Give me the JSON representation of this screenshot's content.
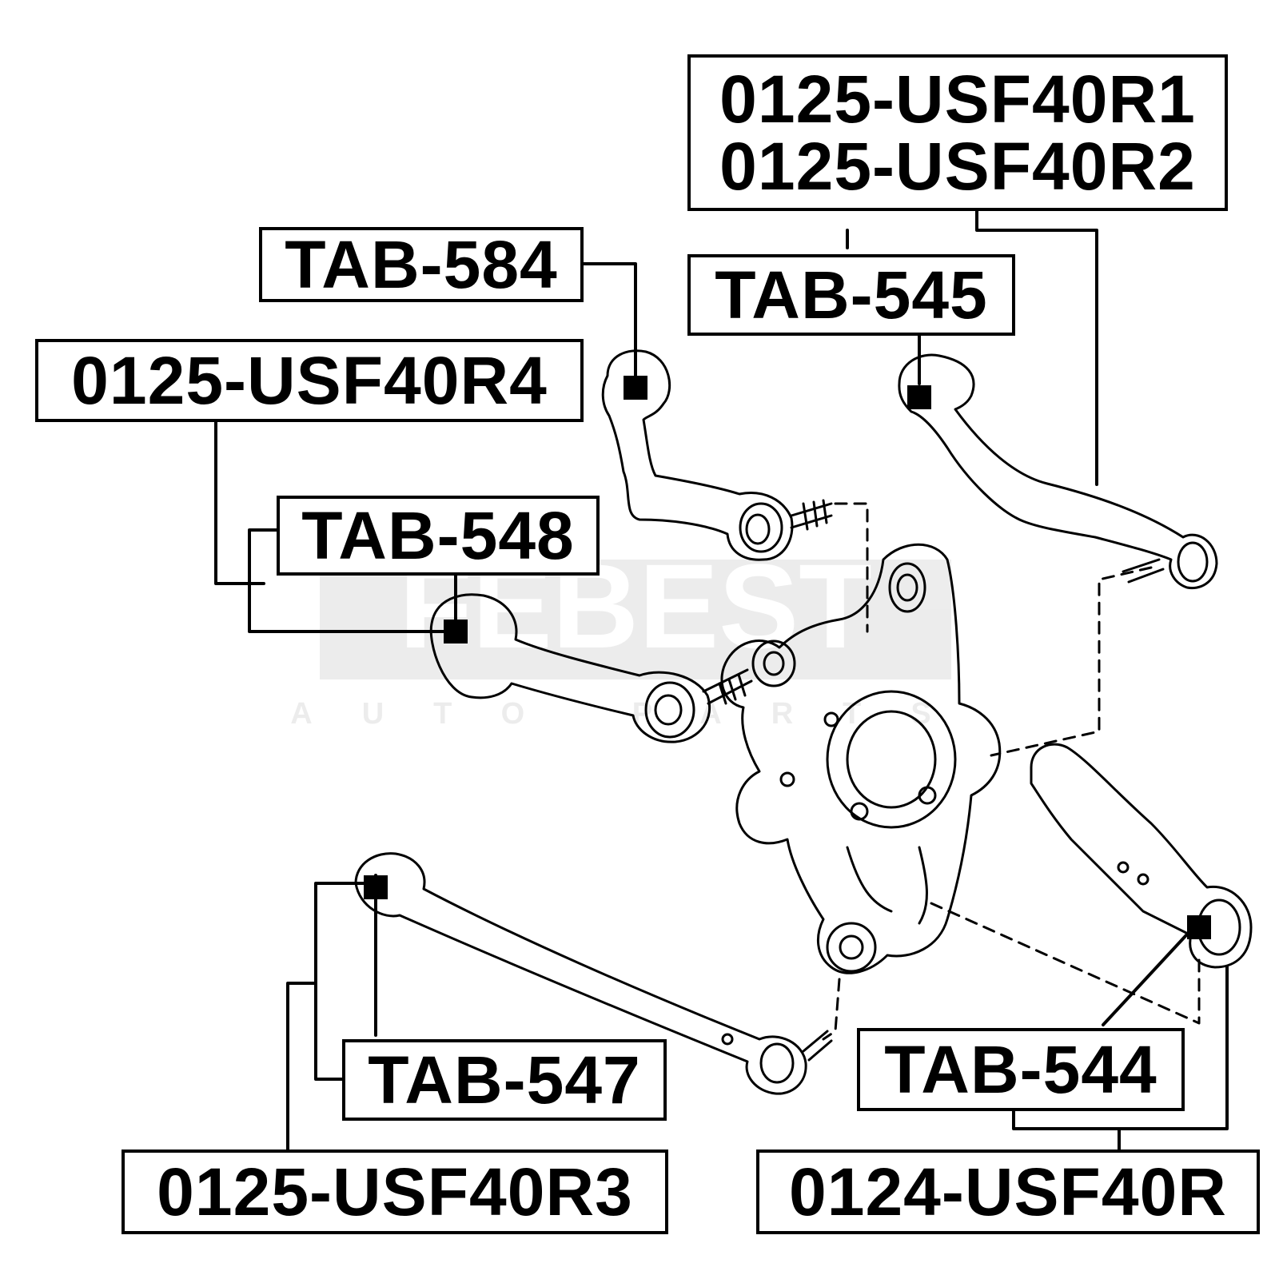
{
  "labels": {
    "r1": "0125-USF40R1",
    "r2": "0125-USF40R2",
    "tab584": "TAB-584",
    "tab545": "TAB-545",
    "r4": "0125-USF40R4",
    "tab548": "TAB-548",
    "tab547": "TAB-547",
    "tab544": "TAB-544",
    "r3": "0125-USF40R3",
    "r0124": "0124-USF40R"
  },
  "watermark": {
    "brand": "FEBEST",
    "sub": "AUTO PARTS"
  }
}
